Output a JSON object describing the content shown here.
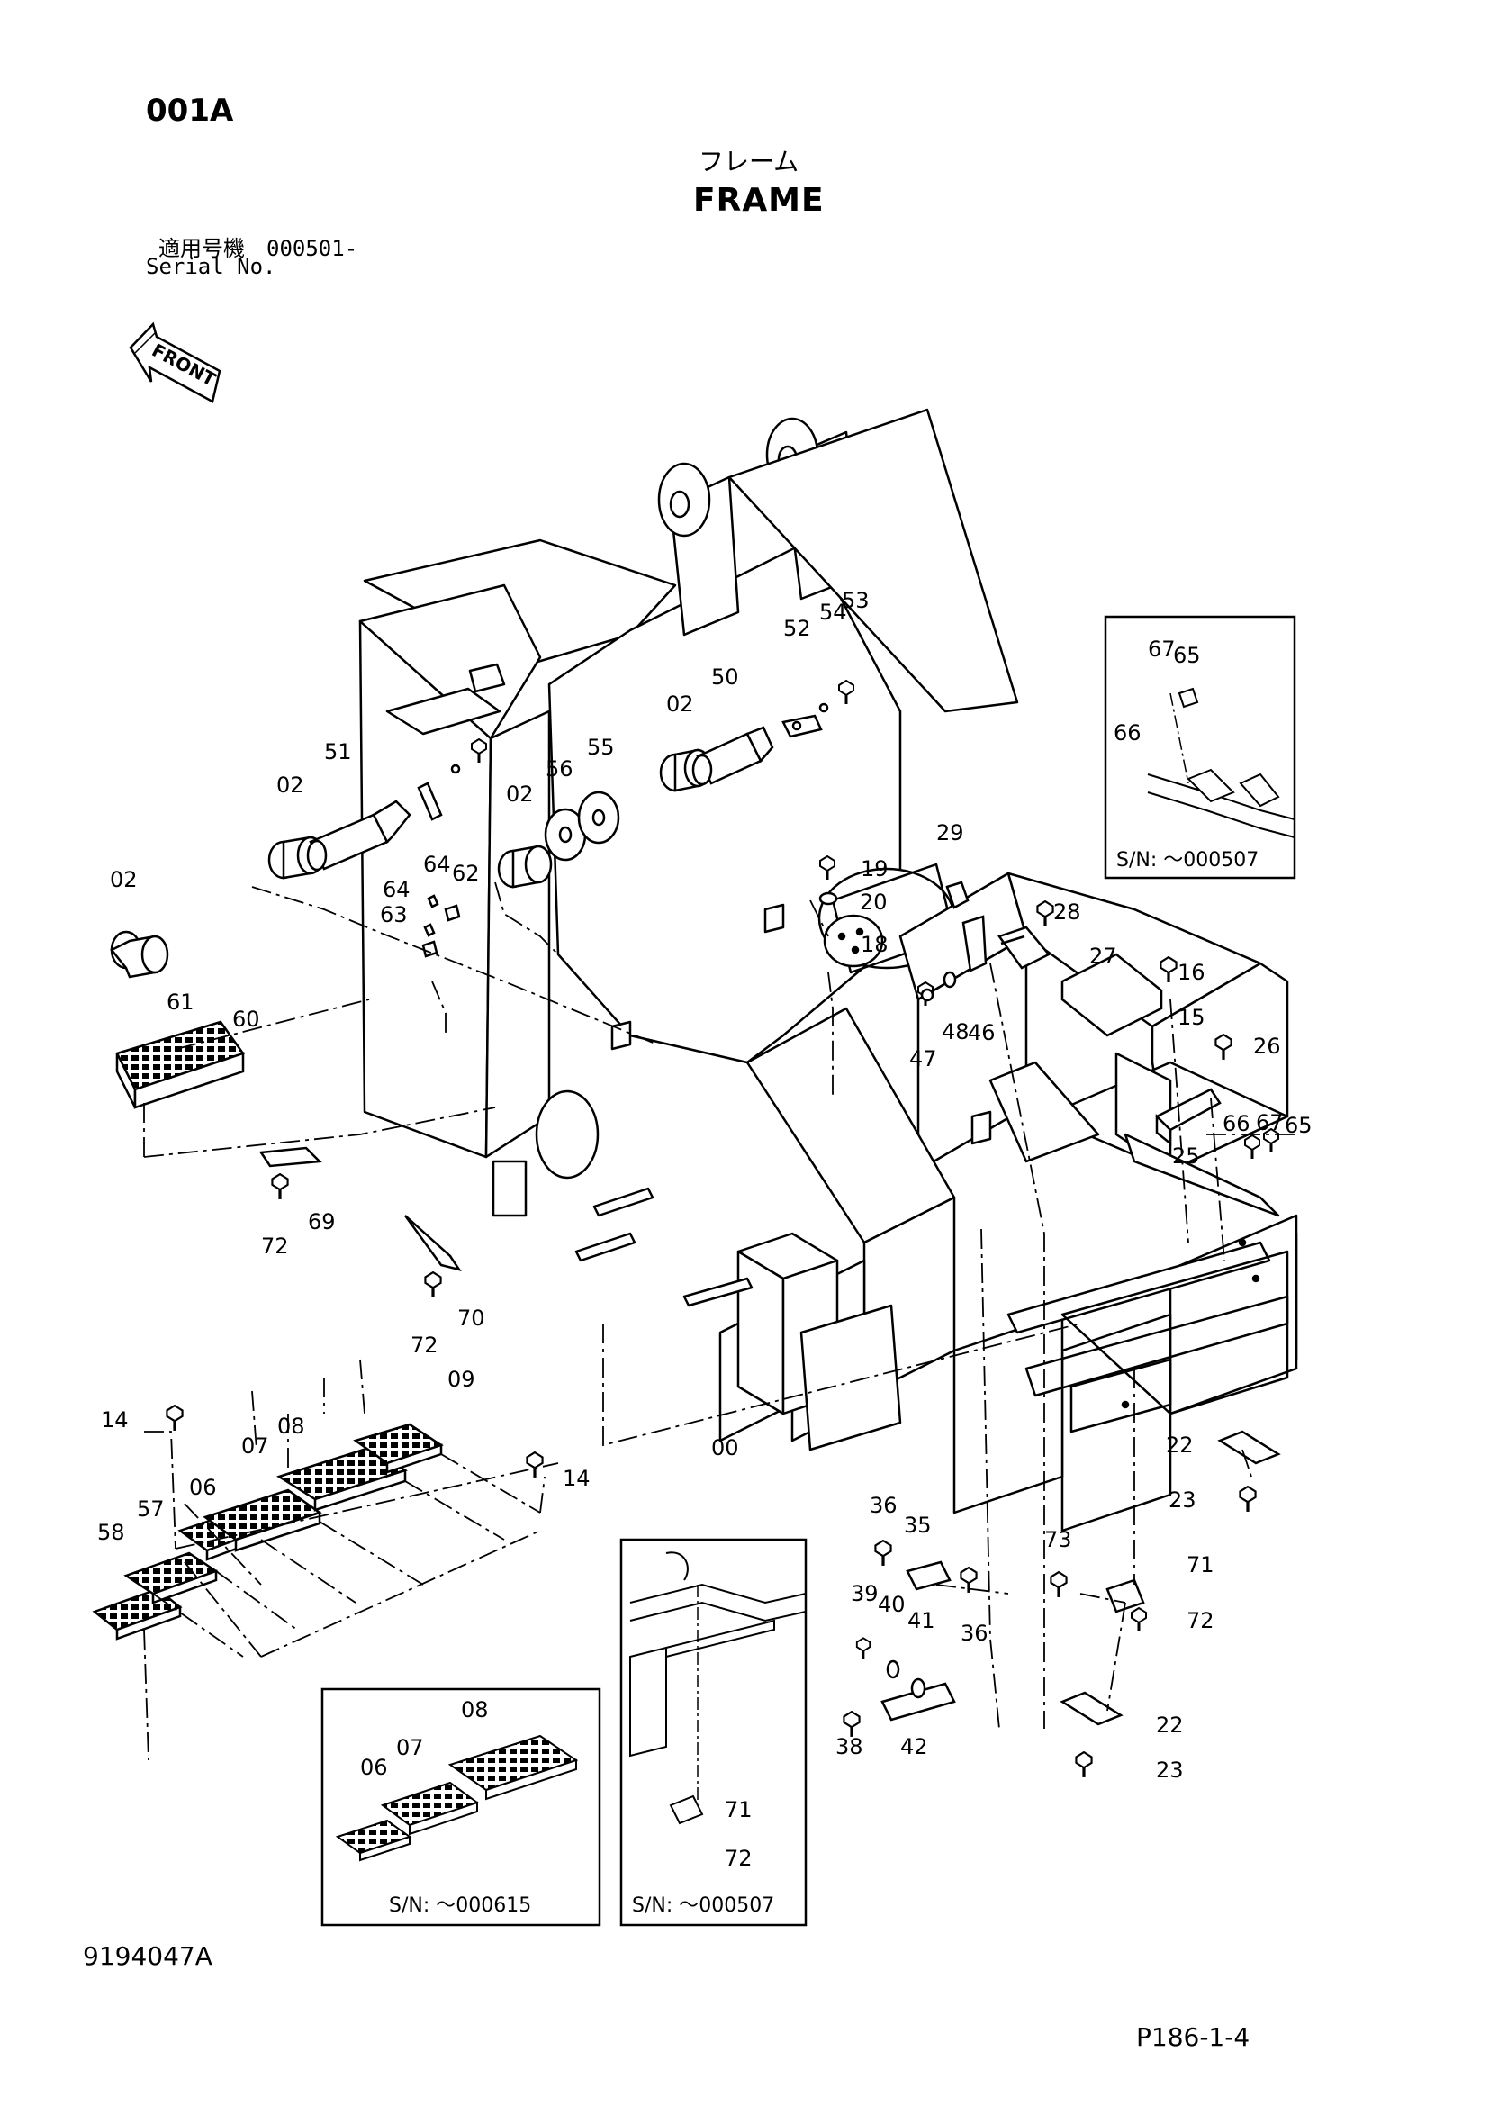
{
  "header": {
    "page_code": "001A",
    "title_jp": "フレーム",
    "title_en": "FRAME",
    "serial_jp": "適用号機　000501-",
    "serial_en": "Serial No.",
    "front_label": "FRONT"
  },
  "footer": {
    "drawing_number": "9194047A",
    "page_ref": "P186-1-4"
  },
  "insets": [
    {
      "id": "inset-a",
      "label": "S/N: ～000507"
    },
    {
      "id": "inset-b",
      "label": "S/N: ～000615"
    },
    {
      "id": "inset-c",
      "label": "S/N: ～000507"
    }
  ],
  "callouts": [
    "53",
    "54",
    "52",
    "50",
    "02",
    "55",
    "56",
    "51",
    "02",
    "02",
    "64",
    "62",
    "64",
    "63",
    "02",
    "60",
    "61",
    "69",
    "72",
    "70",
    "72",
    "19",
    "20",
    "18",
    "29",
    "28",
    "27",
    "46",
    "47",
    "48",
    "16",
    "15",
    "26",
    "25",
    "66",
    "67",
    "65",
    "67",
    "65",
    "66",
    "00",
    "14",
    "09",
    "08",
    "07",
    "06",
    "57",
    "58",
    "14",
    "22",
    "23",
    "36",
    "35",
    "36",
    "39",
    "40",
    "41",
    "38",
    "42",
    "73",
    "71",
    "72",
    "22",
    "23",
    "08",
    "07",
    "06",
    "71",
    "72"
  ]
}
